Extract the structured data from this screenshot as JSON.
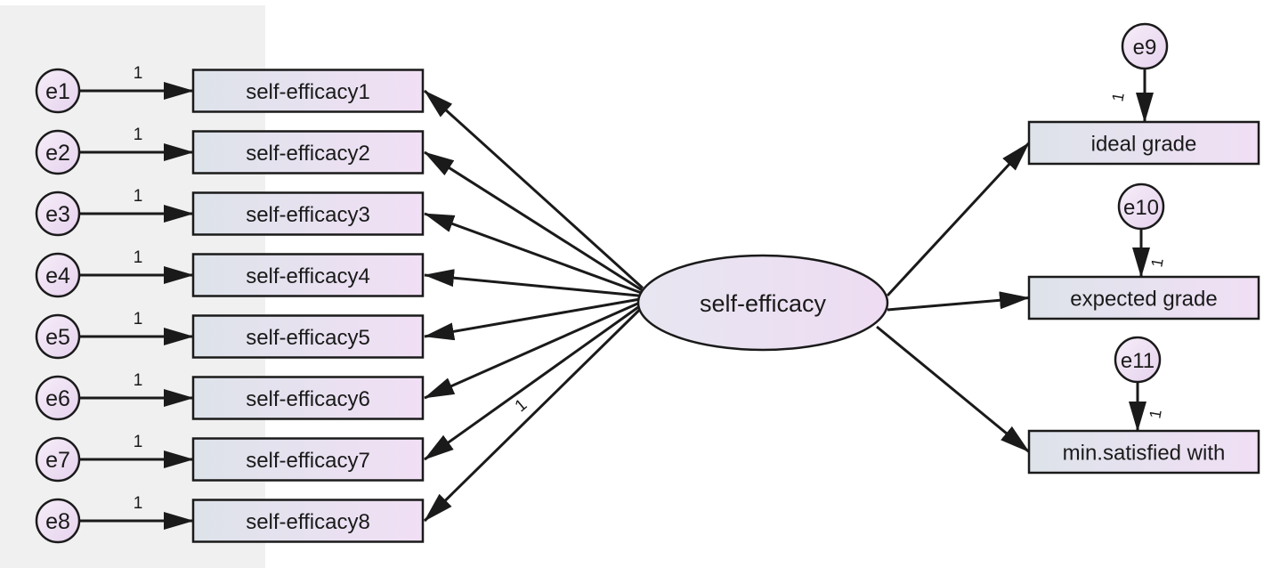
{
  "latent": {
    "label": "self-efficacy"
  },
  "left_indicators": [
    {
      "label": "self-efficacy1",
      "error": "e1",
      "error_weight": "1"
    },
    {
      "label": "self-efficacy2",
      "error": "e2",
      "error_weight": "1"
    },
    {
      "label": "self-efficacy3",
      "error": "e3",
      "error_weight": "1"
    },
    {
      "label": "self-efficacy4",
      "error": "e4",
      "error_weight": "1"
    },
    {
      "label": "self-efficacy5",
      "error": "e5",
      "error_weight": "1"
    },
    {
      "label": "self-efficacy6",
      "error": "e6",
      "error_weight": "1"
    },
    {
      "label": "self-efficacy7",
      "error": "e7",
      "error_weight": "1"
    },
    {
      "label": "self-efficacy8",
      "error": "e8",
      "error_weight": "1"
    }
  ],
  "right_indicators": [
    {
      "label": "ideal grade",
      "error": "e9",
      "error_weight": "1"
    },
    {
      "label": "expected grade",
      "error": "e10",
      "error_weight": "1"
    },
    {
      "label": "min.satisfied with",
      "error": "e11",
      "error_weight": "1"
    }
  ],
  "fixed_loading": {
    "label": "1"
  },
  "colors": {
    "panel": "#f0f0f0",
    "stroke": "#1a1a1a",
    "fill_start": "#dde3ea",
    "fill_end": "#f1dff5"
  }
}
